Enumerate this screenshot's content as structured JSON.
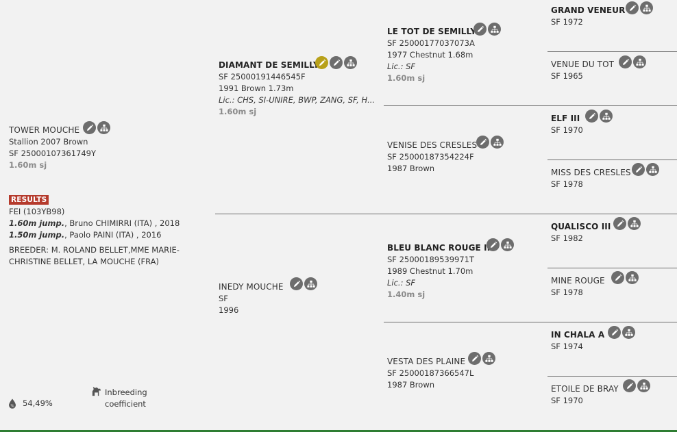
{
  "main": {
    "name": "TOWER MOUCHE",
    "line1": "Stallion 2007 Brown",
    "line2": "SF 25000107361749Y",
    "perf": "1.60m sj"
  },
  "results": {
    "badge": "RESULTS",
    "fei": "FEI (103YB98)",
    "items": [
      {
        "jump": "1.60m jump.",
        "rest": ", Bruno CHIMIRRI (ITA) , 2018"
      },
      {
        "jump": "1.50m jump.",
        "rest": ", Paolo PAINI (ITA) , 2016"
      }
    ],
    "breeder1": "BREEDER: M. ROLAND BELLET,MME MARIE-",
    "breeder2": "CHRISTINE BELLET, LA MOUCHE (FRA)"
  },
  "inbreeding": {
    "value": "54,49%",
    "label1": "Inbreeding",
    "label2": "coefficient"
  },
  "sire": {
    "name": "DIAMANT DE SEMILLY",
    "line1": "SF 25000191446545F",
    "line2": "1991 Brown 1.73m",
    "lic": "Lic.: CHS, SI-UNIRE, BWP, ZANG, SF, H...",
    "perf": "1.60m sj"
  },
  "dam": {
    "name": "INEDY MOUCHE",
    "line1": "SF",
    "line2": "1996"
  },
  "gen2": [
    {
      "name": "LE TOT DE SEMILLY",
      "line1": "SF 25000177037073A",
      "line2": "1977 Chestnut 1.68m",
      "lic": "Lic.: SF",
      "perf": "1.60m sj"
    },
    {
      "name": "VENISE DES CRESLES",
      "line1": "SF 25000187354224F",
      "line2": "1987 Brown"
    },
    {
      "name": "BLEU BLANC ROUGE II",
      "line1": "SF 25000189539971T",
      "line2": "1989 Chestnut 1.70m",
      "lic": "Lic.: SF",
      "perf": "1.40m sj"
    },
    {
      "name": "VESTA DES PLAINE",
      "line1": "SF 25000187366547L",
      "line2": "1987 Brown"
    }
  ],
  "gen3": [
    {
      "name": "GRAND VENEUR",
      "line1": "SF 1972"
    },
    {
      "name": "VENUE DU TOT",
      "line1": "SF 1965"
    },
    {
      "name": "ELF III",
      "line1": "SF 1970"
    },
    {
      "name": "MISS DES CRESLES",
      "line1": "SF 1978"
    },
    {
      "name": "QUALISCO III",
      "line1": "SF 1982"
    },
    {
      "name": "MINE ROUGE",
      "line1": "SF 1978"
    },
    {
      "name": "IN CHALA A",
      "line1": "SF 1974"
    },
    {
      "name": "ETOILE DE BRAY",
      "line1": "SF 1970"
    }
  ],
  "colors": {
    "background": "#f2f2f2",
    "icon": "#6d6d6d",
    "icon_highlight": "#b8a11a",
    "results_badge": "#b53a2c",
    "bottom_bar": "#2e7d32"
  },
  "icon_names": [
    "pencil-icon",
    "pedigree-tree-icon",
    "drop-percent-icon",
    "horse-icon"
  ]
}
